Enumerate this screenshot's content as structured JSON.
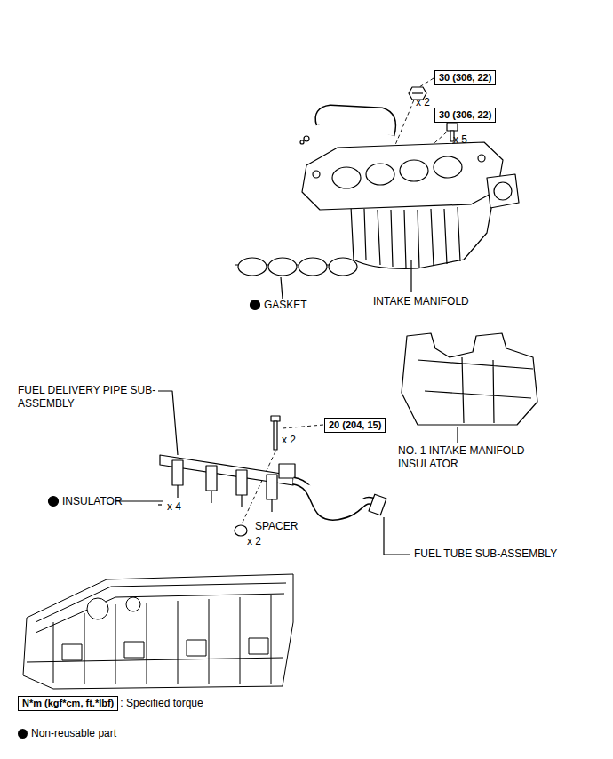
{
  "diagram": {
    "nodes": [
      {
        "text": [
          "30 (306, 22)"
        ]
      },
      {
        "text": [
          "30 (306, 22)"
        ]
      },
      {
        "text": [
          "20 (204, 15)"
        ]
      },
      {
        "text": [
          "N*m (kgf*cm, ft.*lbf)"
        ]
      }
    ],
    "edges": [],
    "labels": [
      "x 2",
      "x 5",
      "GASKET",
      "INTAKE MANIFOLD",
      "FUEL DELIVERY PIPE SUB-ASSEMBLY",
      "x 2",
      "NO. 1 INTAKE MANIFOLD INSULATOR",
      "INSULATOR",
      "x 4",
      "SPACER",
      "x 2",
      "FUEL TUBE SUB-ASSEMBLY",
      ": Specified torque"
    ],
    "legend": [
      {
        "text": "Non-reusable part"
      }
    ]
  }
}
